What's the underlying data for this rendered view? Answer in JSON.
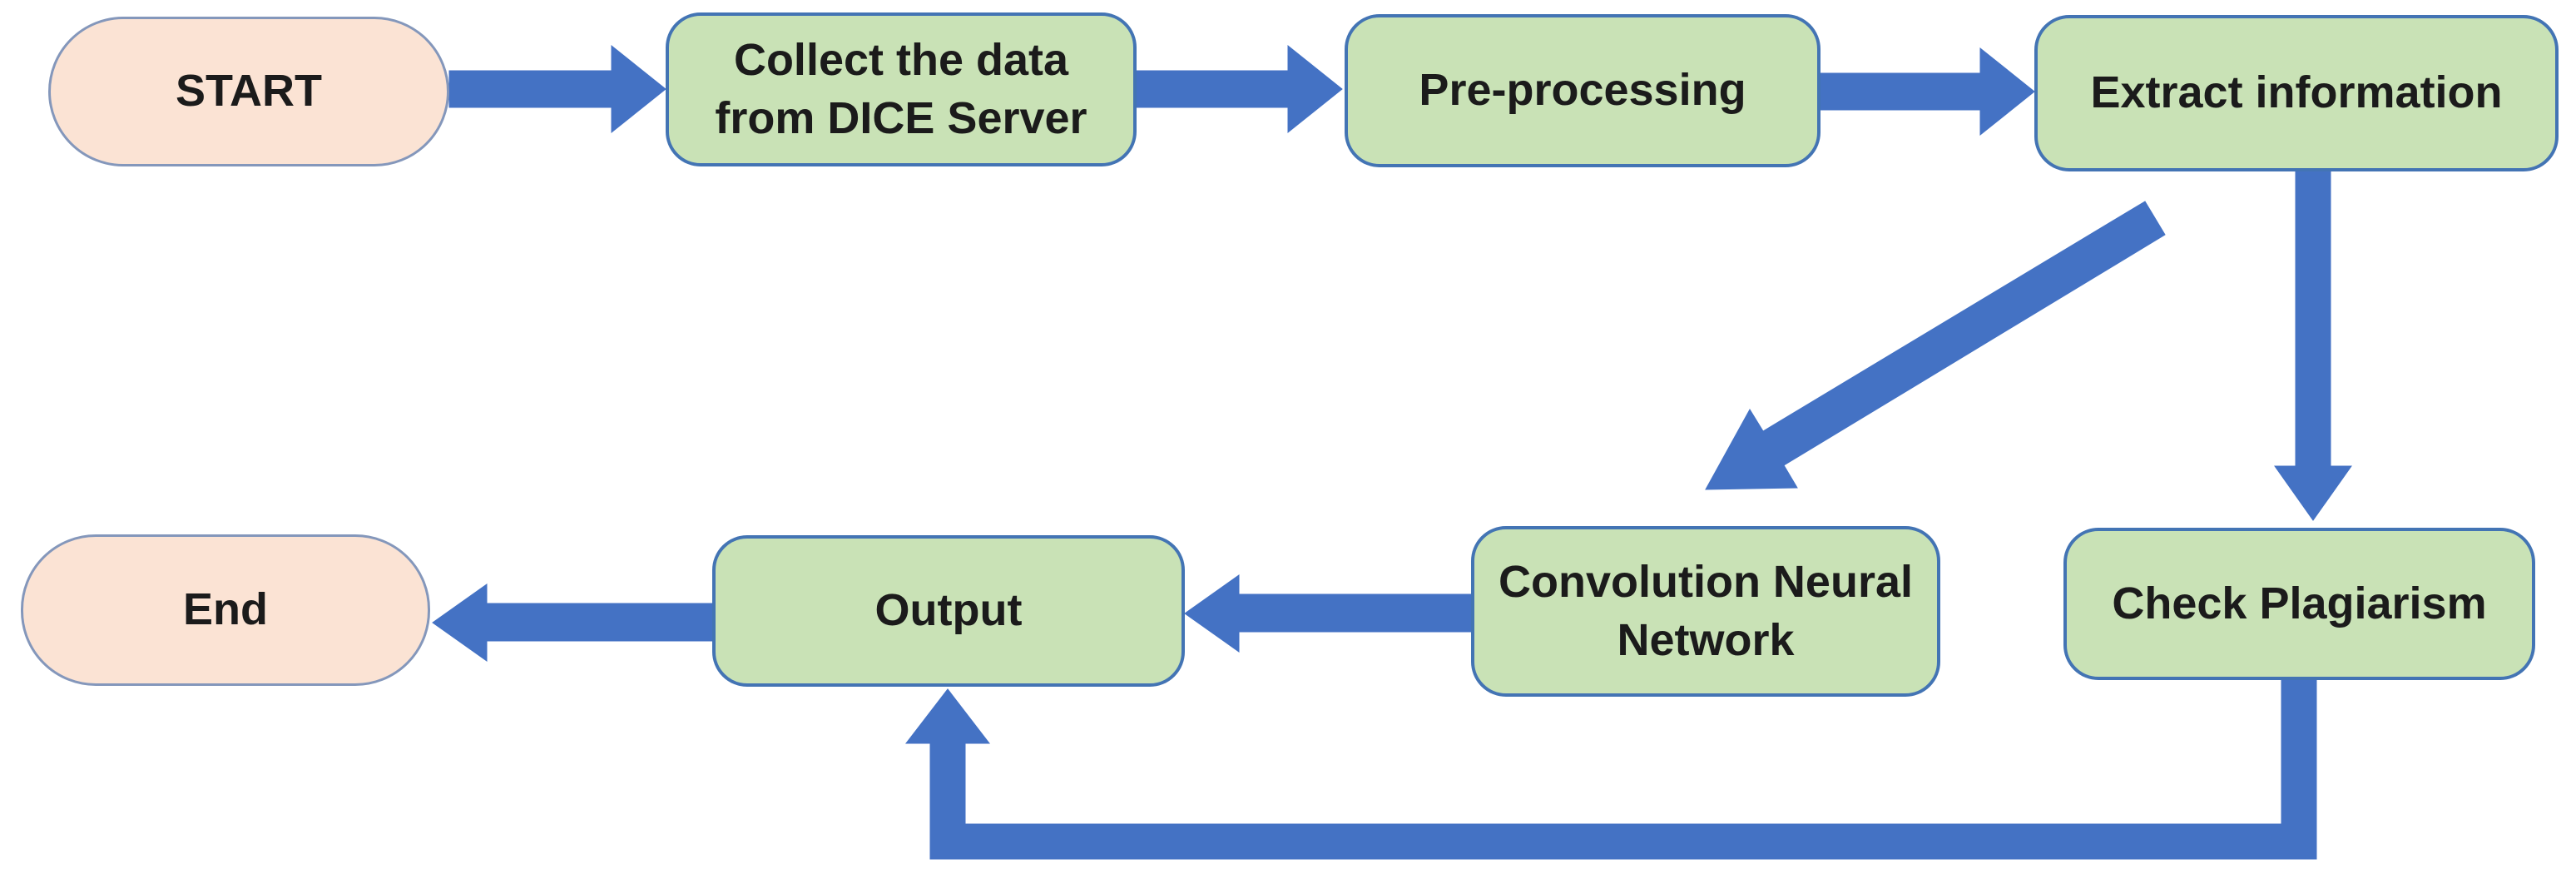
{
  "diagram": {
    "kind": "flowchart",
    "description": "Plagiarism checking pipeline flowchart"
  },
  "colors": {
    "background": "#ffffff",
    "terminator_fill": "#fbe3d4",
    "terminator_border": "#8497bb",
    "process_fill": "#c9e2b6",
    "process_border": "#4374b4",
    "arrow": "#4472c4",
    "text": "#1b1b1b"
  },
  "nodes": [
    {
      "id": "start",
      "type": "terminator",
      "label": "START"
    },
    {
      "id": "collect",
      "type": "process",
      "label": "Collect the data from DICE Server"
    },
    {
      "id": "preprocessing",
      "type": "process",
      "label": "Pre-processing"
    },
    {
      "id": "extract",
      "type": "process",
      "label": "Extract information"
    },
    {
      "id": "cnn",
      "type": "process",
      "label": "Convolution Neural Network"
    },
    {
      "id": "check-plagiarism",
      "type": "process",
      "label": "Check Plagiarism"
    },
    {
      "id": "output",
      "type": "process",
      "label": "Output"
    },
    {
      "id": "end",
      "type": "terminator",
      "label": "End"
    }
  ],
  "edges": [
    {
      "from": "start",
      "to": "collect",
      "type": "straight-right"
    },
    {
      "from": "collect",
      "to": "preprocessing",
      "type": "straight-right"
    },
    {
      "from": "preprocessing",
      "to": "extract",
      "type": "straight-right"
    },
    {
      "from": "extract",
      "to": "cnn",
      "type": "diagonal-down-left"
    },
    {
      "from": "extract",
      "to": "check-plagiarism",
      "type": "straight-down"
    },
    {
      "from": "cnn",
      "to": "output",
      "type": "straight-left"
    },
    {
      "from": "output",
      "to": "end",
      "type": "straight-left"
    },
    {
      "from": "check-plagiarism",
      "to": "output",
      "type": "elbow-down-left-up"
    }
  ]
}
